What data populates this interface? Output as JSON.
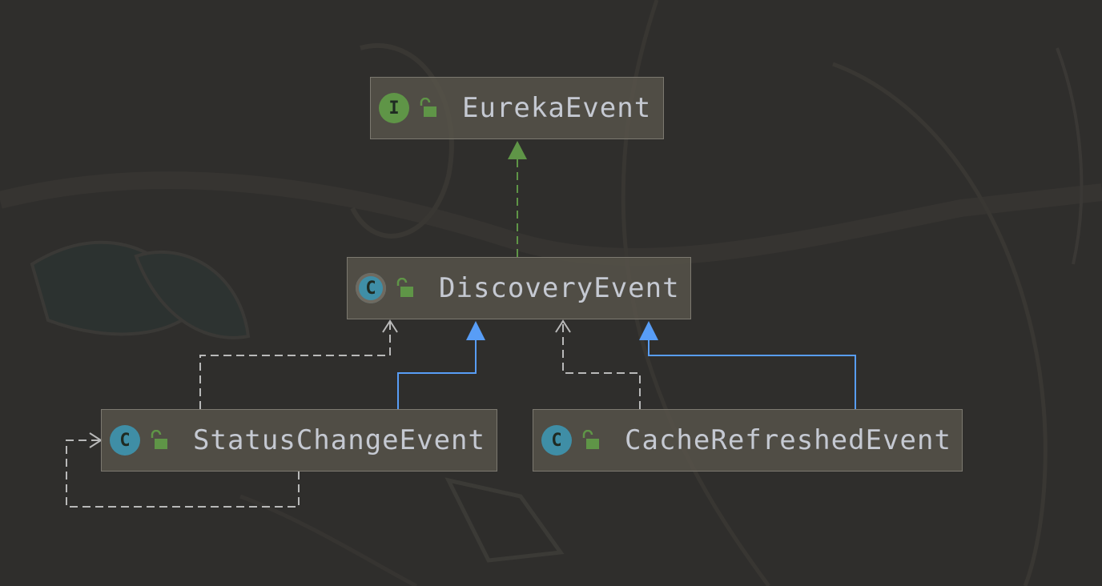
{
  "diagram": {
    "nodes": [
      {
        "id": "eureka-event",
        "label": "EurekaEvent",
        "kind": "interface",
        "icon": "interface-icon",
        "icon_glyph": "I"
      },
      {
        "id": "discovery-event",
        "label": "DiscoveryEvent",
        "kind": "abstract-class",
        "icon": "abstract-class-icon",
        "icon_glyph": "C"
      },
      {
        "id": "status-change-event",
        "label": "StatusChangeEvent",
        "kind": "class",
        "icon": "class-icon",
        "icon_glyph": "C"
      },
      {
        "id": "cache-refreshed-event",
        "label": "CacheRefreshedEvent",
        "kind": "class",
        "icon": "class-icon",
        "icon_glyph": "C"
      }
    ],
    "edges": [
      {
        "from": "discovery-event",
        "to": "eureka-event",
        "type": "implements",
        "color": "#5f9547"
      },
      {
        "from": "status-change-event",
        "to": "discovery-event",
        "type": "extends",
        "color": "#589df6"
      },
      {
        "from": "status-change-event",
        "to": "discovery-event",
        "type": "uses",
        "color": "#b9b9b9"
      },
      {
        "from": "cache-refreshed-event",
        "to": "discovery-event",
        "type": "extends",
        "color": "#589df6"
      },
      {
        "from": "cache-refreshed-event",
        "to": "discovery-event",
        "type": "uses",
        "color": "#b9b9b9"
      },
      {
        "from": "status-change-event",
        "to": "status-change-event",
        "type": "uses",
        "color": "#b9b9b9"
      }
    ],
    "colors": {
      "background": "#2f2e2c",
      "node_fill": "#58544a",
      "node_border": "#7c7970",
      "label": "#c5c9d2",
      "interface_icon": "#5f9547",
      "class_icon": "#3f8ea6",
      "lock_icon": "#5f9547"
    }
  }
}
